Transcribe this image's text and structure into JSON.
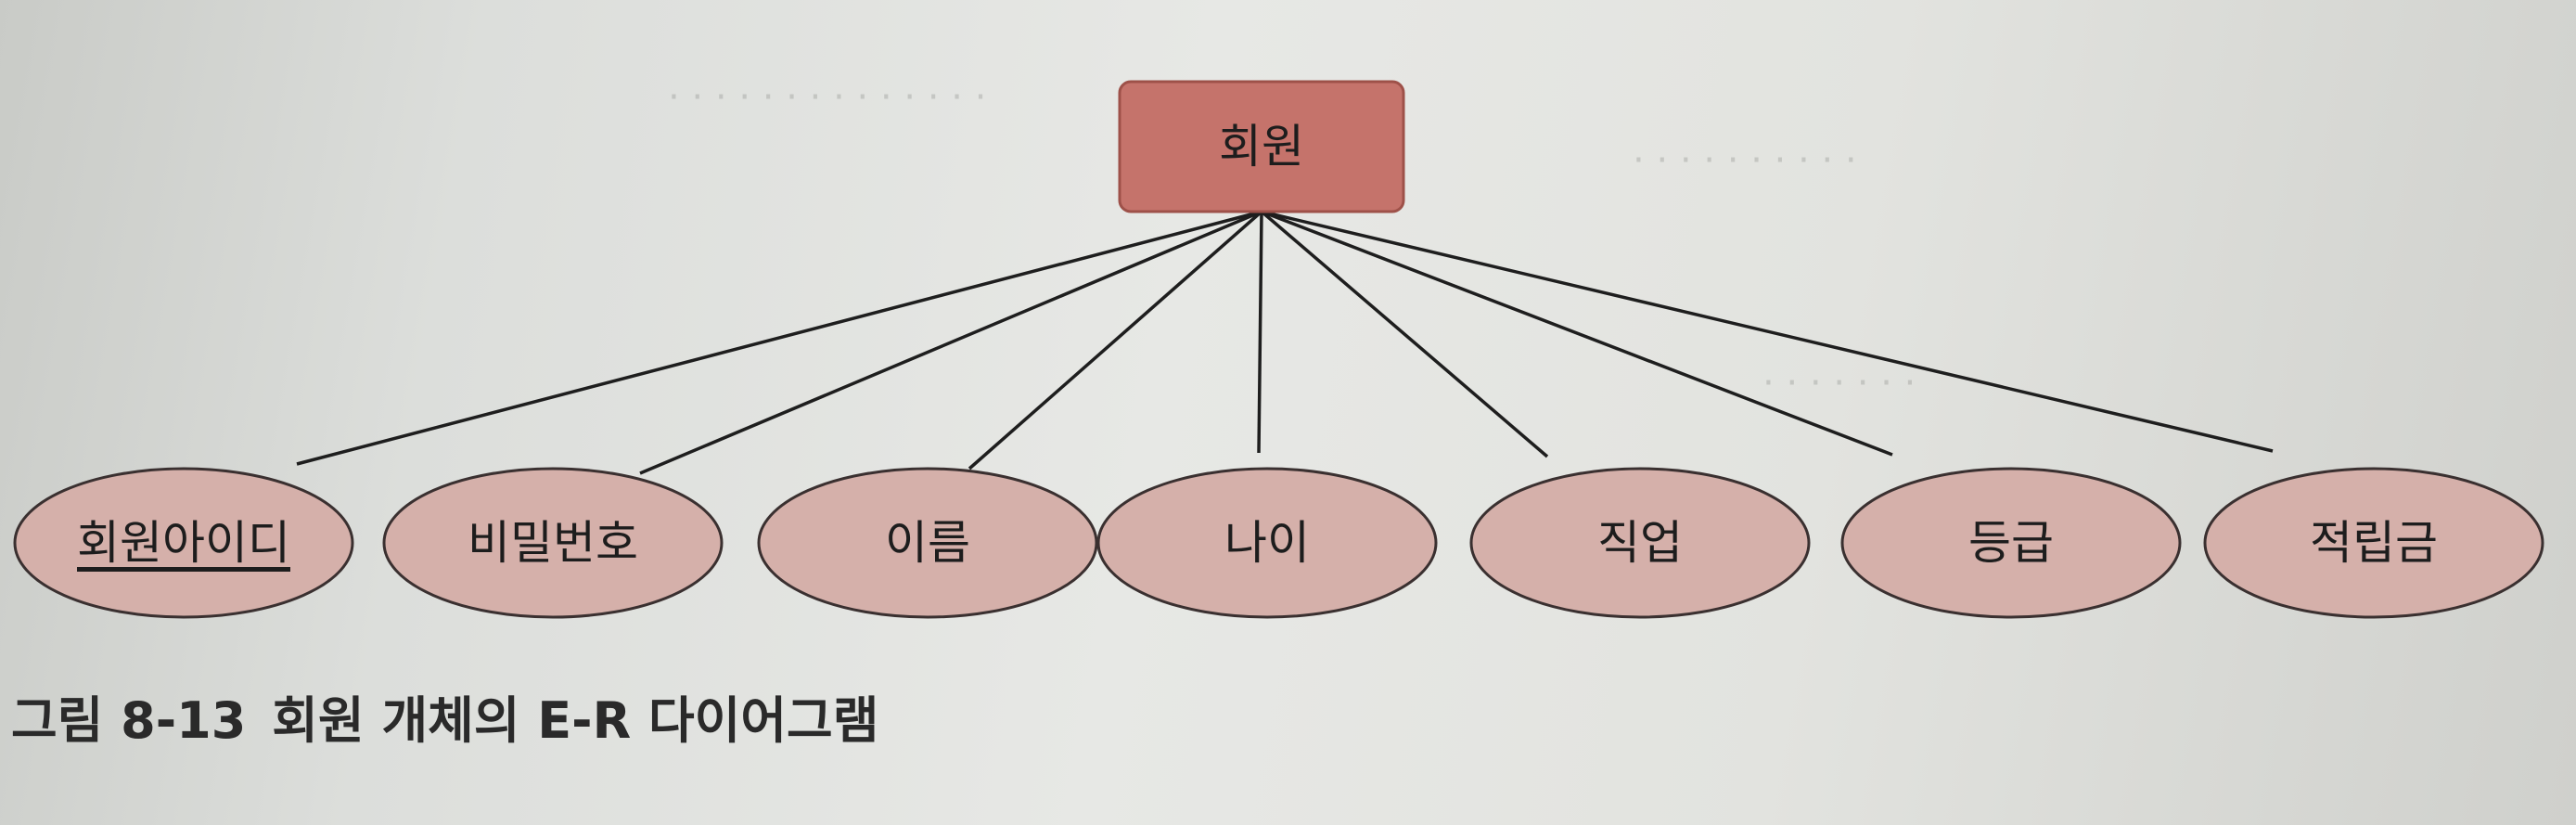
{
  "entity": {
    "label": "회원"
  },
  "attributes": [
    {
      "label": "회원아이디",
      "key": true
    },
    {
      "label": "비밀번호",
      "key": false
    },
    {
      "label": "이름",
      "key": false
    },
    {
      "label": "나이",
      "key": false
    },
    {
      "label": "직업",
      "key": false
    },
    {
      "label": "등급",
      "key": false
    },
    {
      "label": "적립금",
      "key": false
    }
  ],
  "caption": {
    "number": "그림 8-13",
    "title": "회원 개체의 E-R 다이어그램"
  },
  "colors": {
    "entity_fill": "#c5736b",
    "entity_stroke": "#9e5149",
    "attribute_fill": "#d5b0aa",
    "attribute_stroke": "#3a3030",
    "line": "#1e1e1e",
    "text": "#1d1d1d"
  }
}
